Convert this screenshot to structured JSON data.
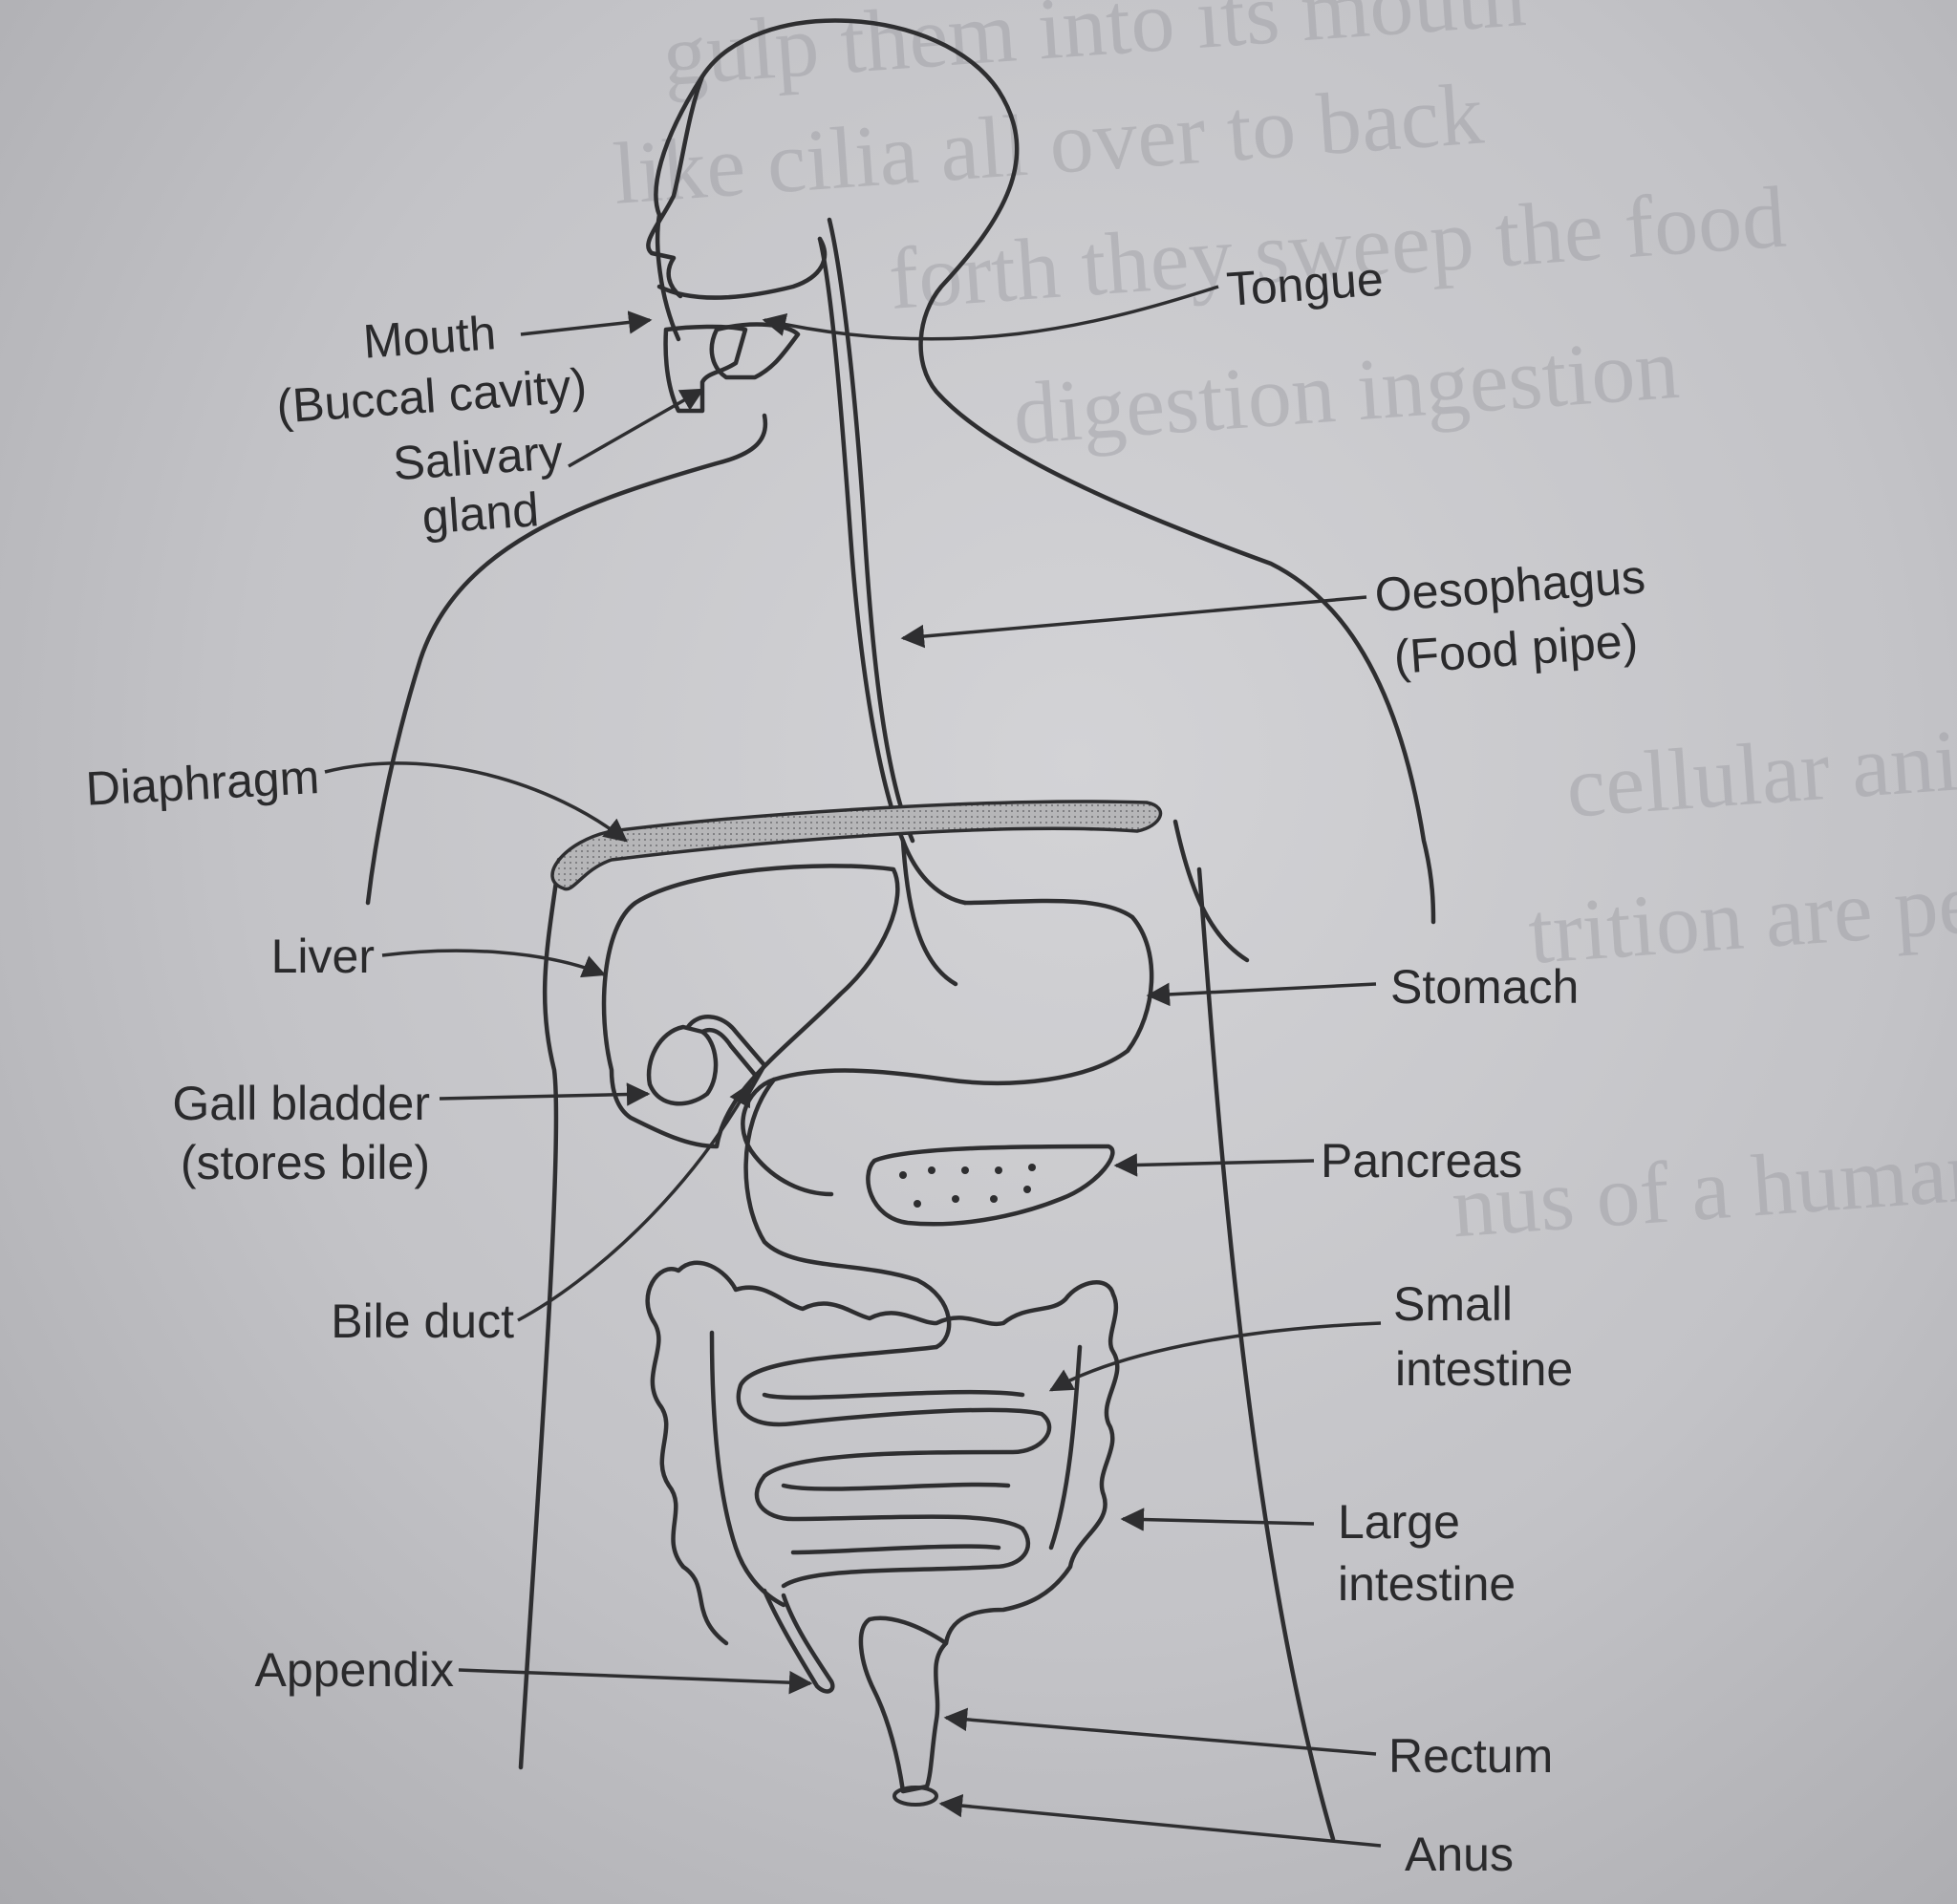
{
  "labels": {
    "mouth": "Mouth",
    "buccal_cavity": "(Buccal cavity)",
    "salivary": "Salivary",
    "gland": "gland",
    "tongue": "Tongue",
    "oesophagus": "Oesophagus",
    "food_pipe": "(Food pipe)",
    "diaphragm": "Diaphragm",
    "liver": "Liver",
    "stomach": "Stomach",
    "gall_bladder": "Gall bladder",
    "stores_bile": "(stores bile)",
    "pancreas": "Pancreas",
    "bile_duct": "Bile duct",
    "small": "Small",
    "intestine_small": "intestine",
    "large": "Large",
    "intestine_large": "intestine",
    "appendix": "Appendix",
    "rectum": "Rectum",
    "anus": "Anus"
  },
  "colors": {
    "paper": "#c4c4c6",
    "ink": "#2e2e30",
    "diaphragm_fill": "#a9a9ab"
  }
}
